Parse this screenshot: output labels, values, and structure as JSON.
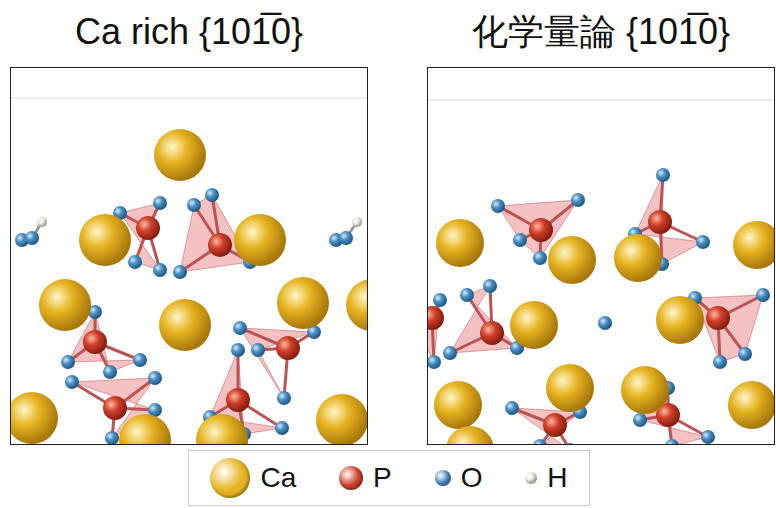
{
  "diagram": {
    "nodes": [
      {
        "text": [
          "Ca rich {101̅0}"
        ]
      },
      {
        "text": [
          "化学量論 {101̅0}"
        ]
      }
    ],
    "legend": [
      {
        "text": "Ca",
        "color": "#e6b422"
      },
      {
        "text": "P",
        "color": "#d0402a"
      },
      {
        "text": "O",
        "color": "#4a8fc4"
      },
      {
        "text": "H",
        "color": "#e8e8dc"
      }
    ]
  }
}
